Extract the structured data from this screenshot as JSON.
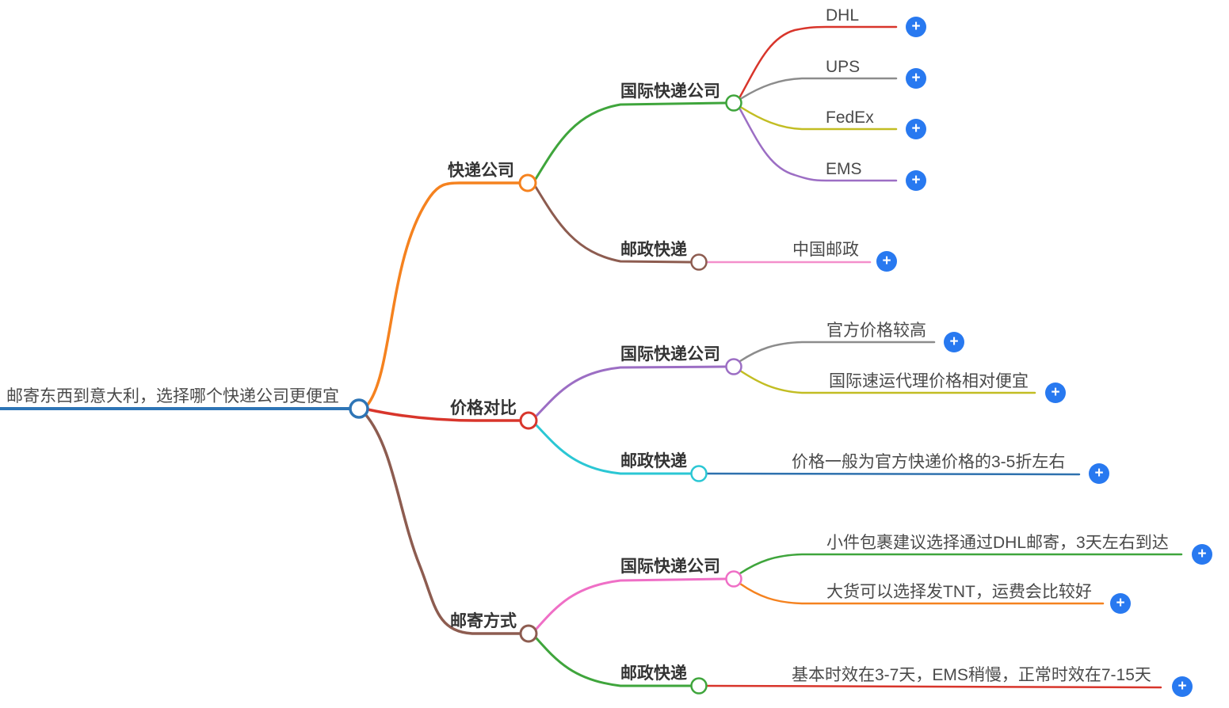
{
  "mindmap": {
    "root": {
      "label": "邮寄东西到意大利，选择哪个快递公司更便宜",
      "color": "#2E75B6"
    },
    "branches": [
      {
        "label": "快递公司",
        "color": "#F5821F",
        "children": [
          {
            "label": "国际快递公司",
            "color": "#3FA53C",
            "leaves": [
              {
                "label": "DHL",
                "color": "#D8352B"
              },
              {
                "label": "UPS",
                "color": "#8C8C8C"
              },
              {
                "label": "FedEx",
                "color": "#C2BD23"
              },
              {
                "label": "EMS",
                "color": "#9C6EC4"
              }
            ]
          },
          {
            "label": "邮政快递",
            "color": "#8D5C50",
            "leaves": [
              {
                "label": "中国邮政",
                "color": "#F48FCB"
              }
            ]
          }
        ]
      },
      {
        "label": "价格对比",
        "color": "#D8352B",
        "children": [
          {
            "label": "国际快递公司",
            "color": "#9C6EC4",
            "leaves": [
              {
                "label": "官方价格较高",
                "color": "#8C8C8C"
              },
              {
                "label": "国际速运代理价格相对便宜",
                "color": "#C2BD23"
              }
            ]
          },
          {
            "label": "邮政快递",
            "color": "#2BC7D4",
            "leaves": [
              {
                "label": "价格一般为官方快递价格的3-5折左右",
                "color": "#2E71AE"
              }
            ]
          }
        ]
      },
      {
        "label": "邮寄方式",
        "color": "#8D5C50",
        "children": [
          {
            "label": "国际快递公司",
            "color": "#EF6FC6",
            "leaves": [
              {
                "label": "小件包裹建议选择通过DHL邮寄，3天左右到达",
                "color": "#3FA53C"
              },
              {
                "label": "大货可以选择发TNT，运费会比较好",
                "color": "#F5821F"
              }
            ]
          },
          {
            "label": "邮政快递",
            "color": "#3FA53C",
            "leaves": [
              {
                "label": "基本时效在3-7天，EMS稍慢，正常时效在7-15天",
                "color": "#D8352B"
              }
            ]
          }
        ]
      }
    ]
  },
  "plus": {
    "glyph": "+",
    "color": "#2879F0"
  },
  "text_colors": {
    "node_text": "#333333",
    "leaf_text": "#4A4A4A"
  }
}
